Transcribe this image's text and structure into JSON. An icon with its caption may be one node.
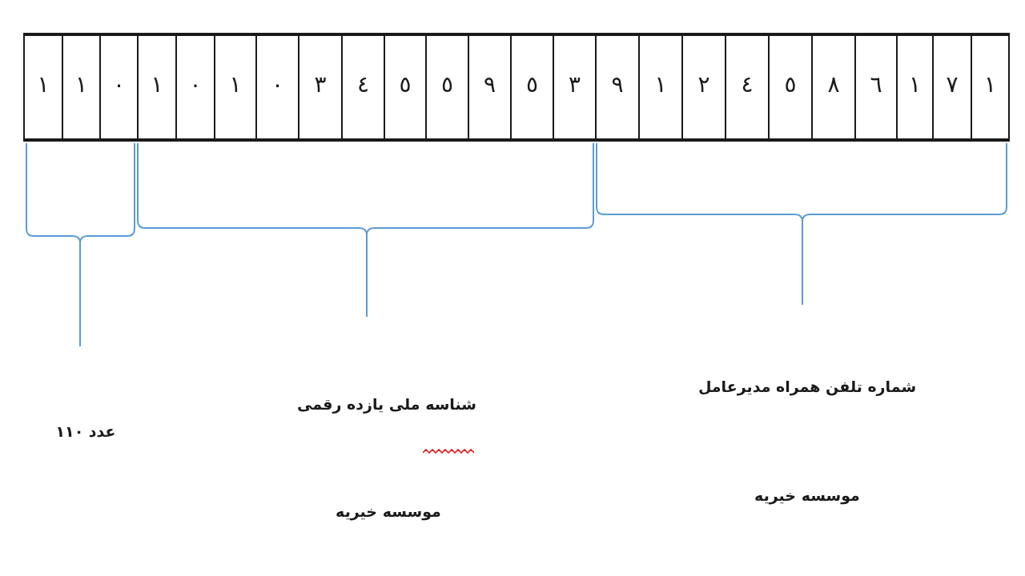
{
  "diagram": {
    "nodes": [
      {
        "text": [
          "١"
        ]
      },
      {
        "text": [
          "١"
        ]
      },
      {
        "text": [
          "٠"
        ]
      },
      {
        "text": [
          "١"
        ]
      },
      {
        "text": [
          "٠"
        ]
      },
      {
        "text": [
          "١"
        ]
      },
      {
        "text": [
          "٠"
        ]
      },
      {
        "text": [
          "٣"
        ]
      },
      {
        "text": [
          "٤"
        ]
      },
      {
        "text": [
          "٥"
        ]
      },
      {
        "text": [
          "٥"
        ]
      },
      {
        "text": [
          "٩"
        ]
      },
      {
        "text": [
          "٥"
        ]
      },
      {
        "text": [
          "٣"
        ]
      },
      {
        "text": [
          "٩"
        ]
      },
      {
        "text": [
          "١"
        ]
      },
      {
        "text": [
          "٢"
        ]
      },
      {
        "text": [
          "٤"
        ]
      },
      {
        "text": [
          "٥"
        ]
      },
      {
        "text": [
          "٨"
        ]
      },
      {
        "text": [
          "٦"
        ]
      },
      {
        "text": [
          "١"
        ]
      },
      {
        "text": [
          "٧"
        ]
      },
      {
        "text": [
          "١"
        ]
      }
    ],
    "labels": [
      "عدد ١١٠",
      "شناسه ملی یازده رقمی",
      "موسسه خیریه",
      "شماره تلفن همراه مدیرعامل",
      "موسسه خیریه"
    ]
  }
}
